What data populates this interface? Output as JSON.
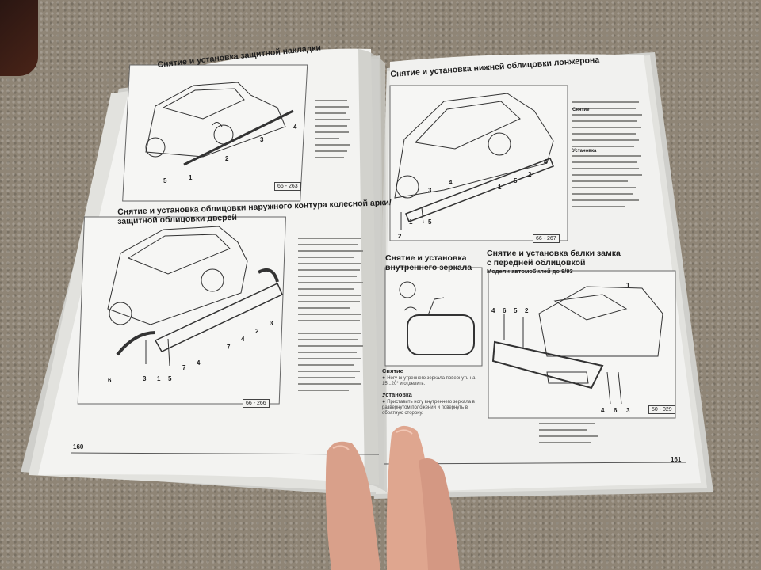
{
  "left_page": {
    "heading_1": "Снятие и установка защитной накладки",
    "heading_2_line_1": "Снятие и установка облицовки наружного контура колесной арки/",
    "heading_2_line_2": "защитной облицовки дверей",
    "figure_1_code": "66 - 263",
    "figure_2_code": "66 - 266",
    "figure_1_callouts": [
      "5",
      "1",
      "2",
      "3",
      "4"
    ],
    "figure_2_callouts": [
      "6",
      "3",
      "1",
      "5",
      "7",
      "4",
      "7",
      "4",
      "2",
      "3"
    ],
    "page_number": "160"
  },
  "right_page": {
    "heading_1": "Снятие и установка нижней облицовки лонжерона",
    "heading_2_line_1": "Снятие и установка",
    "heading_2_line_2": "внутреннего зеркала",
    "heading_3_line_1": "Снятие и установка балки замка",
    "heading_3_line_2": "с передней облицовкой",
    "models_note": "Модели автомобилей до 9/93",
    "figure_1_code": "66 - 267",
    "figure_3_code": "50 - 029",
    "figure_1_callouts": [
      "2",
      "1",
      "5",
      "3",
      "4",
      "1",
      "5",
      "2",
      "4"
    ],
    "figure_3_callouts": [
      "1",
      "4",
      "6",
      "5",
      "2",
      "4",
      "6",
      "3"
    ],
    "step_removal_label": "Снятие",
    "step_removal_text": "Ногу внутреннего зеркала повернуть на 15...20° и отделить.",
    "step_install_label": "Установка",
    "step_install_text": "Приставить ногу внутреннего зеркала в развернутом положении и повернуть в обратную сторону.",
    "right_col_lead": "Снятие",
    "right_col_install": "Установка",
    "page_number": "161"
  }
}
